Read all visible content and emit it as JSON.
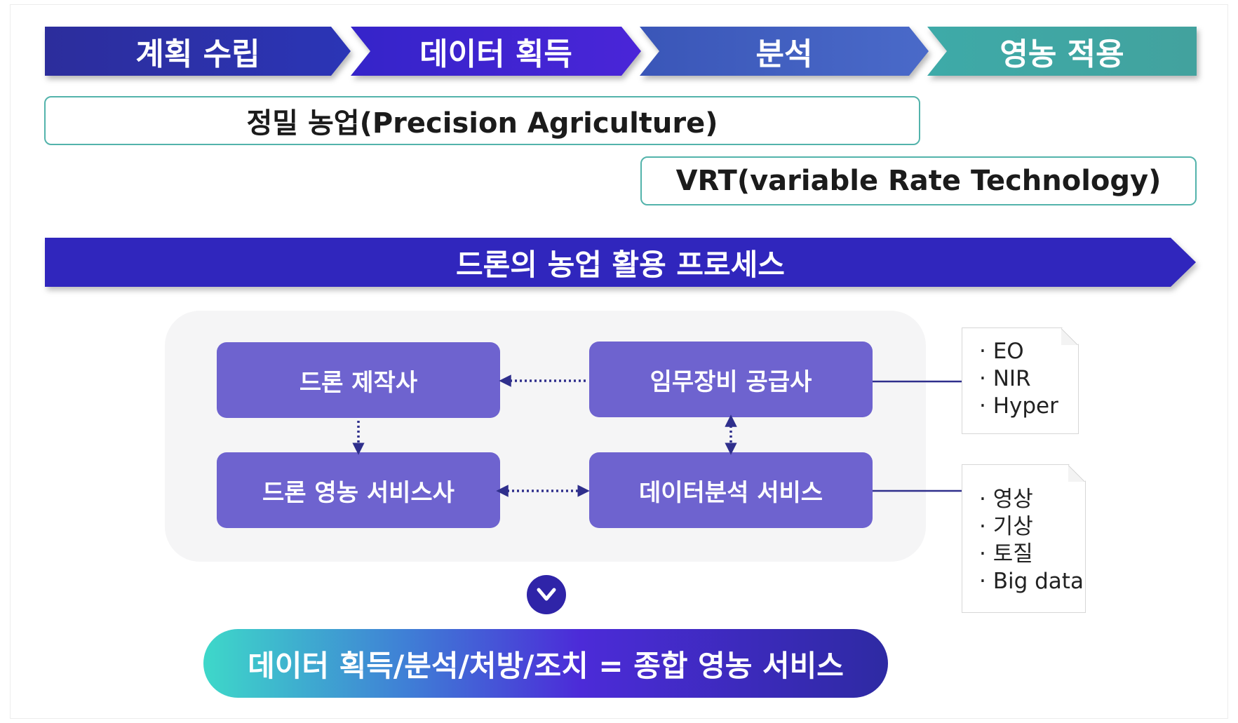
{
  "process_steps": [
    {
      "label": "계획 수립"
    },
    {
      "label": "데이터 획득"
    },
    {
      "label": "분석"
    },
    {
      "label": "영농 적용"
    }
  ],
  "bands": {
    "precision": "정밀 농업(Precision Agriculture)",
    "vrt": "VRT(variable Rate Technology)"
  },
  "process_title": "드론의 농업 활용 프로세스",
  "nodes": {
    "drone_maker": "드론 제작사",
    "equipment_supplier": "임무장비 공급사",
    "drone_farming_service": "드론 영농 서비스사",
    "data_analysis_service": "데이터분석 서비스"
  },
  "notes": {
    "sensors": [
      "· EO",
      "· NIR",
      "· Hyper"
    ],
    "data": [
      "· 영상",
      "· 기상",
      "· 토질",
      "· Big data"
    ]
  },
  "summary": "데이터 획득/분석/처방/조치 = 종합 영농 서비스",
  "icons": {
    "down": "chevron-down-icon"
  },
  "colors": {
    "node": "#6e63cf",
    "band_border": "#53b3ab",
    "process_arrow": "#3026bd",
    "link": "#2f2f8c"
  }
}
